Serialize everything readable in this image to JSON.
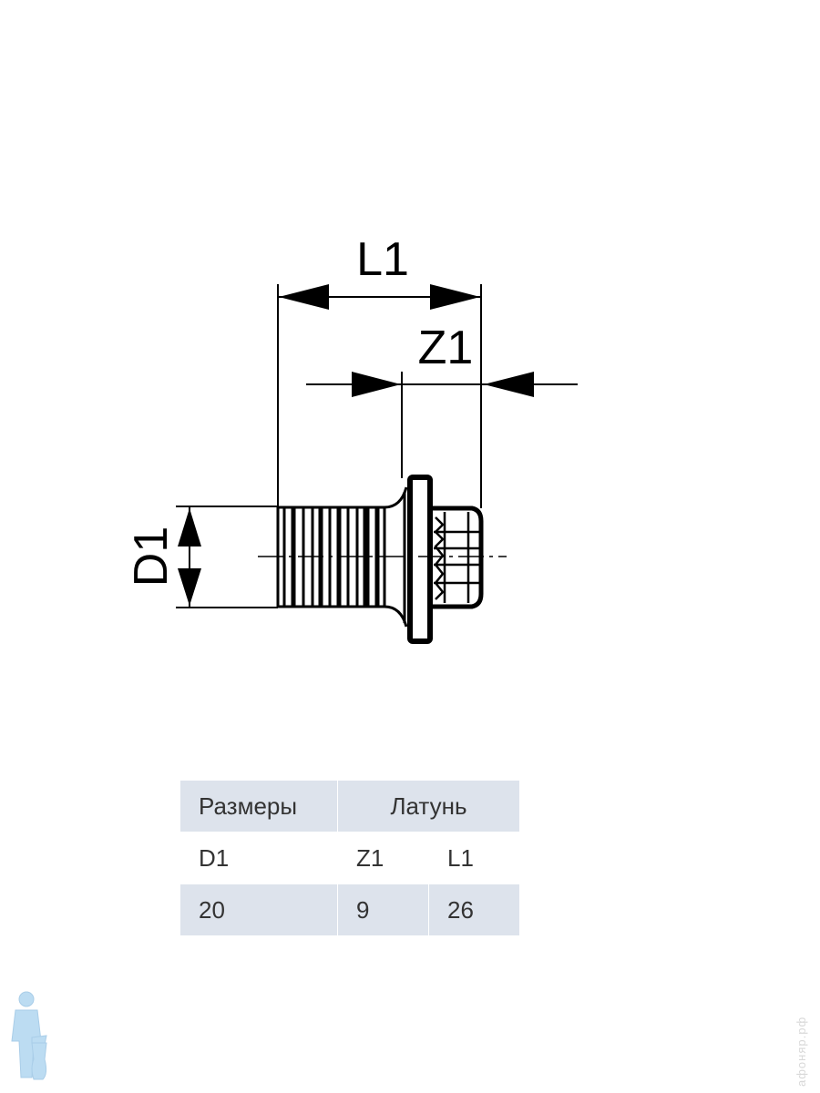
{
  "drawing": {
    "labels": {
      "length": "L1",
      "insert_length": "Z1",
      "diameter": "D1"
    }
  },
  "table": {
    "header": {
      "sizes": "Размеры",
      "material": "Латунь"
    },
    "subheader": [
      "D1",
      "Z1",
      "L1"
    ],
    "rows": [
      [
        "20",
        "9",
        "26"
      ]
    ]
  },
  "watermark": {
    "text": "афоняр.рф"
  },
  "colors": {
    "header_bg": "#dde3ec",
    "line": "#000000",
    "watermark": "#bcdcf2"
  }
}
